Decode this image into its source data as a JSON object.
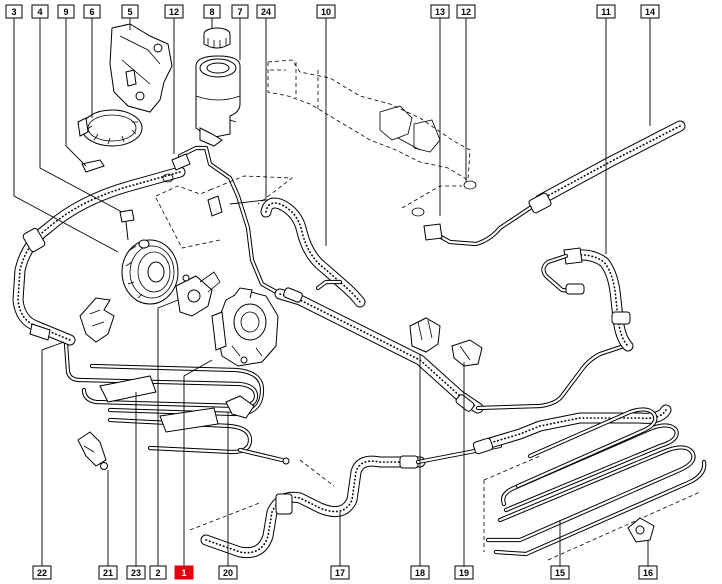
{
  "callouts": {
    "c3": "3",
    "c4": "4",
    "c9": "9",
    "c6": "6",
    "c5": "5",
    "c12a": "12",
    "c8": "8",
    "c7": "7",
    "c24": "24",
    "c10": "10",
    "c13": "13",
    "c12b": "12",
    "c11": "11",
    "c14": "14",
    "c22": "22",
    "c21": "21",
    "c23": "23",
    "c2": "2",
    "c1": "1",
    "c20": "20",
    "c17": "17",
    "c18": "18",
    "c19": "19",
    "c15": "15",
    "c16": "16"
  },
  "colors": {
    "line": "#000000",
    "background": "#ffffff",
    "highlight": "#e3000f"
  }
}
